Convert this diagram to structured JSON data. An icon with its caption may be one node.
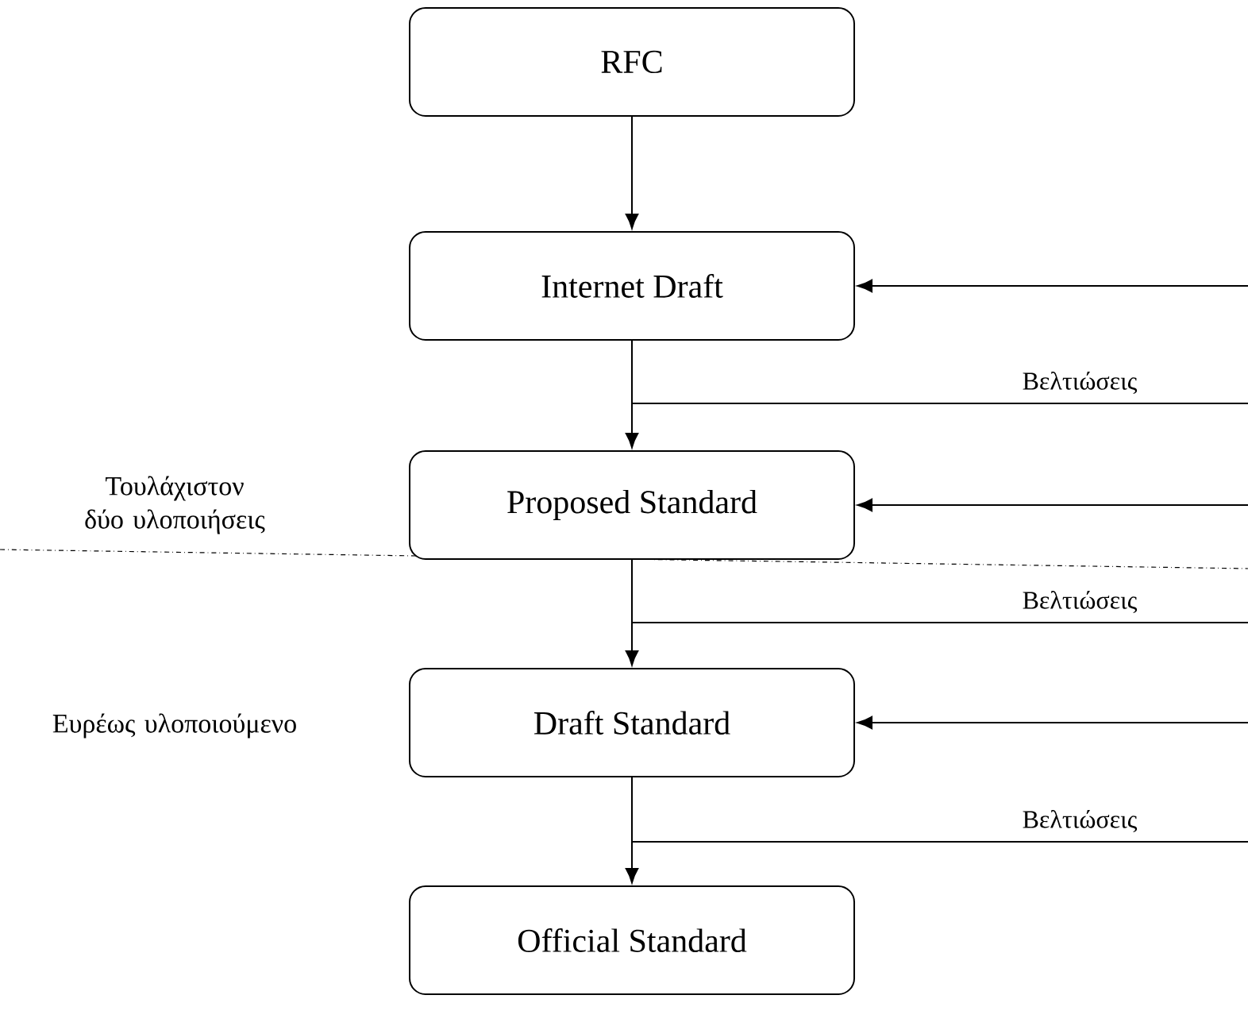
{
  "diagram": {
    "nodes": [
      {
        "text": [
          "RFC"
        ]
      },
      {
        "text": [
          "Internet Draft"
        ]
      },
      {
        "text": [
          "Proposed Standard"
        ]
      },
      {
        "text": [
          "Draft Standard"
        ]
      },
      {
        "text": [
          "Official Standard"
        ]
      }
    ],
    "edges": [
      {
        "from": 0,
        "to": 1,
        "arrow": "to"
      },
      {
        "from": 1,
        "to": 2,
        "arrow": "to"
      },
      {
        "from": 2,
        "to": 3,
        "arrow": "to"
      },
      {
        "from": 3,
        "to": 4,
        "arrow": "to"
      },
      {
        "from": null,
        "to": 1,
        "arrow": "to"
      },
      {
        "from": 1,
        "to": null,
        "arrow": "none",
        "label": "Βελτιώσεις"
      },
      {
        "from": null,
        "to": 2,
        "arrow": "to"
      },
      {
        "from": 2,
        "to": null,
        "arrow": "none",
        "label": "Βελτιώσεις"
      },
      {
        "from": null,
        "to": 3,
        "arrow": "to"
      },
      {
        "from": 3,
        "to": null,
        "arrow": "none",
        "label": "Βελτιώσεις"
      }
    ],
    "labels": [
      "Τουλάχιστον δύο υλοποιήσεις",
      "Ευρέως υλοποιούμενο"
    ]
  }
}
